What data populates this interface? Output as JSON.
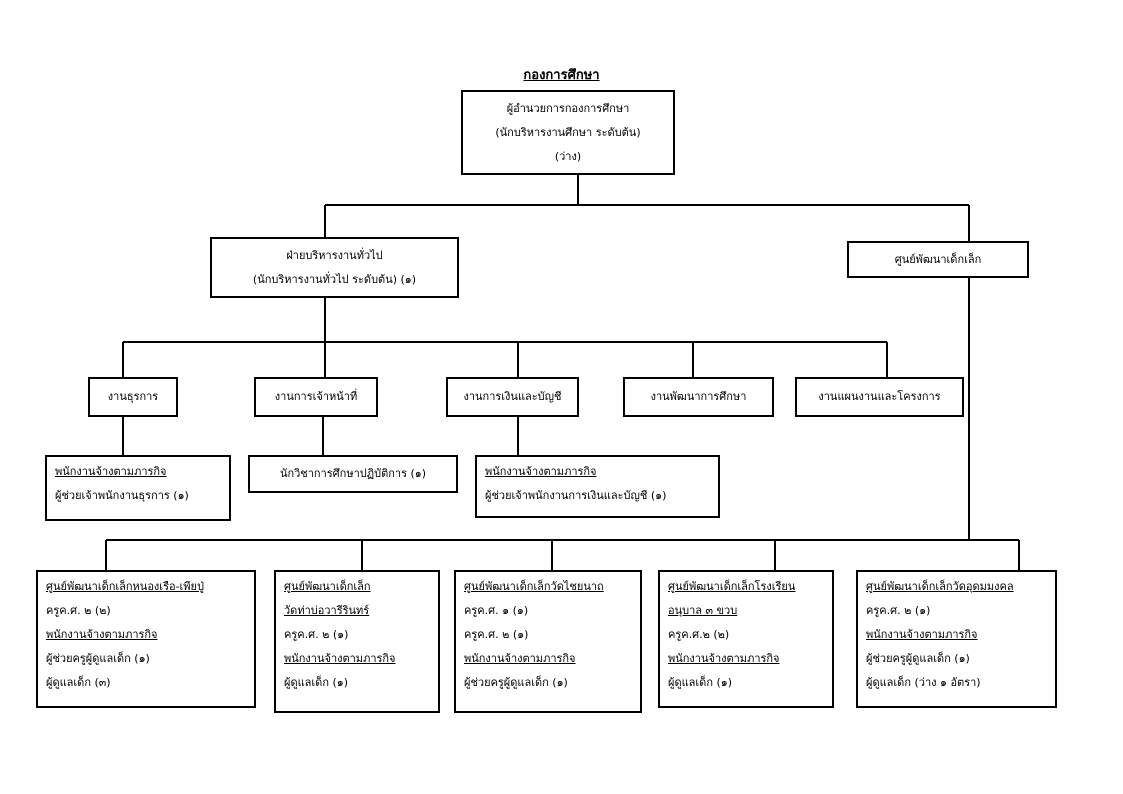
{
  "title": "กองการศึกษา",
  "director": {
    "line1": "ผู้อำนวยการกองการศึกษา",
    "line2": "(นักบริหารงานศึกษา ระดับต้น)",
    "line3": "(ว่าง)"
  },
  "general_admin": {
    "line1": "ฝ่ายบริหารงานทั่วไป",
    "line2": "(นักบริหารงานทั่วไป ระดับต้น) (๑)"
  },
  "child_center_main": {
    "label": "ศูนย์พัฒนาเด็กเล็ก"
  },
  "units": [
    {
      "label": "งานธุรการ"
    },
    {
      "label": "งานการเจ้าหน้าที่"
    },
    {
      "label": "งานการเงินและบัญชี"
    },
    {
      "label": "งานพัฒนาการศึกษา"
    },
    {
      "label": "งานแผนงานและโครงการ"
    }
  ],
  "staff": {
    "admin": {
      "heading": "พนักงานจ้างตามภารกิจ",
      "line": "ผู้ช่วยเจ้าพนักงานธุรการ (๑)"
    },
    "personnel": {
      "line": "นักวิชาการศึกษาปฏิบัติการ (๑)"
    },
    "finance": {
      "heading": "พนักงานจ้างตามภารกิจ",
      "line": "ผู้ช่วยเจ้าพนักงานการเงินและบัญชี (๑)"
    }
  },
  "centers": [
    {
      "l1": "ศูนย์พัฒนาเด็กเล็กหนองเรือ-เพียปู่",
      "l2": "ครูค.ศ. ๒ (๒)",
      "l3": "พนักงานจ้างตามภารกิจ",
      "l4": "ผู้ช่วยครูผู้ดูแลเด็ก (๑)",
      "l5": "ผู้ดูแลเด็ก (๓)"
    },
    {
      "l1": "ศูนย์พัฒนาเด็กเล็ก",
      "l2": "วัดท่าบ่อวารีรินทร์",
      "l3": "ครูค.ศ. ๒ (๑)",
      "l4": "พนักงานจ้างตามภารกิจ",
      "l5": "ผู้ดูแลเด็ก (๑)"
    },
    {
      "l1": "ศูนย์พัฒนาเด็กเล็กวัดไชยนาถ",
      "l2": "ครูค.ศ. ๑ (๑)",
      "l3": "ครูค.ศ. ๒ (๑)",
      "l4": "พนักงานจ้างตามภารกิจ",
      "l5": "ผู้ช่วยครูผู้ดูแลเด็ก (๑)"
    },
    {
      "l1": "ศูนย์พัฒนาเด็กเล็กโรงเรียน",
      "l2": "อนุบาล ๓ ขวบ",
      "l3": "ครูค.ศ.๒ (๒)",
      "l4": "พนักงานจ้างตามภารกิจ",
      "l5": "ผู้ดูแลเด็ก (๑)"
    },
    {
      "l1": "ศูนย์พัฒนาเด็กเล็กวัดอุดมมงคล",
      "l2": "ครูค.ศ. ๒ (๑)",
      "l3": "พนักงานจ้างตามภารกิจ",
      "l4": "ผู้ช่วยครูผู้ดูแลเด็ก (๑)",
      "l5": "ผู้ดูแลเด็ก (ว่าง ๑ อัตรา)"
    }
  ]
}
